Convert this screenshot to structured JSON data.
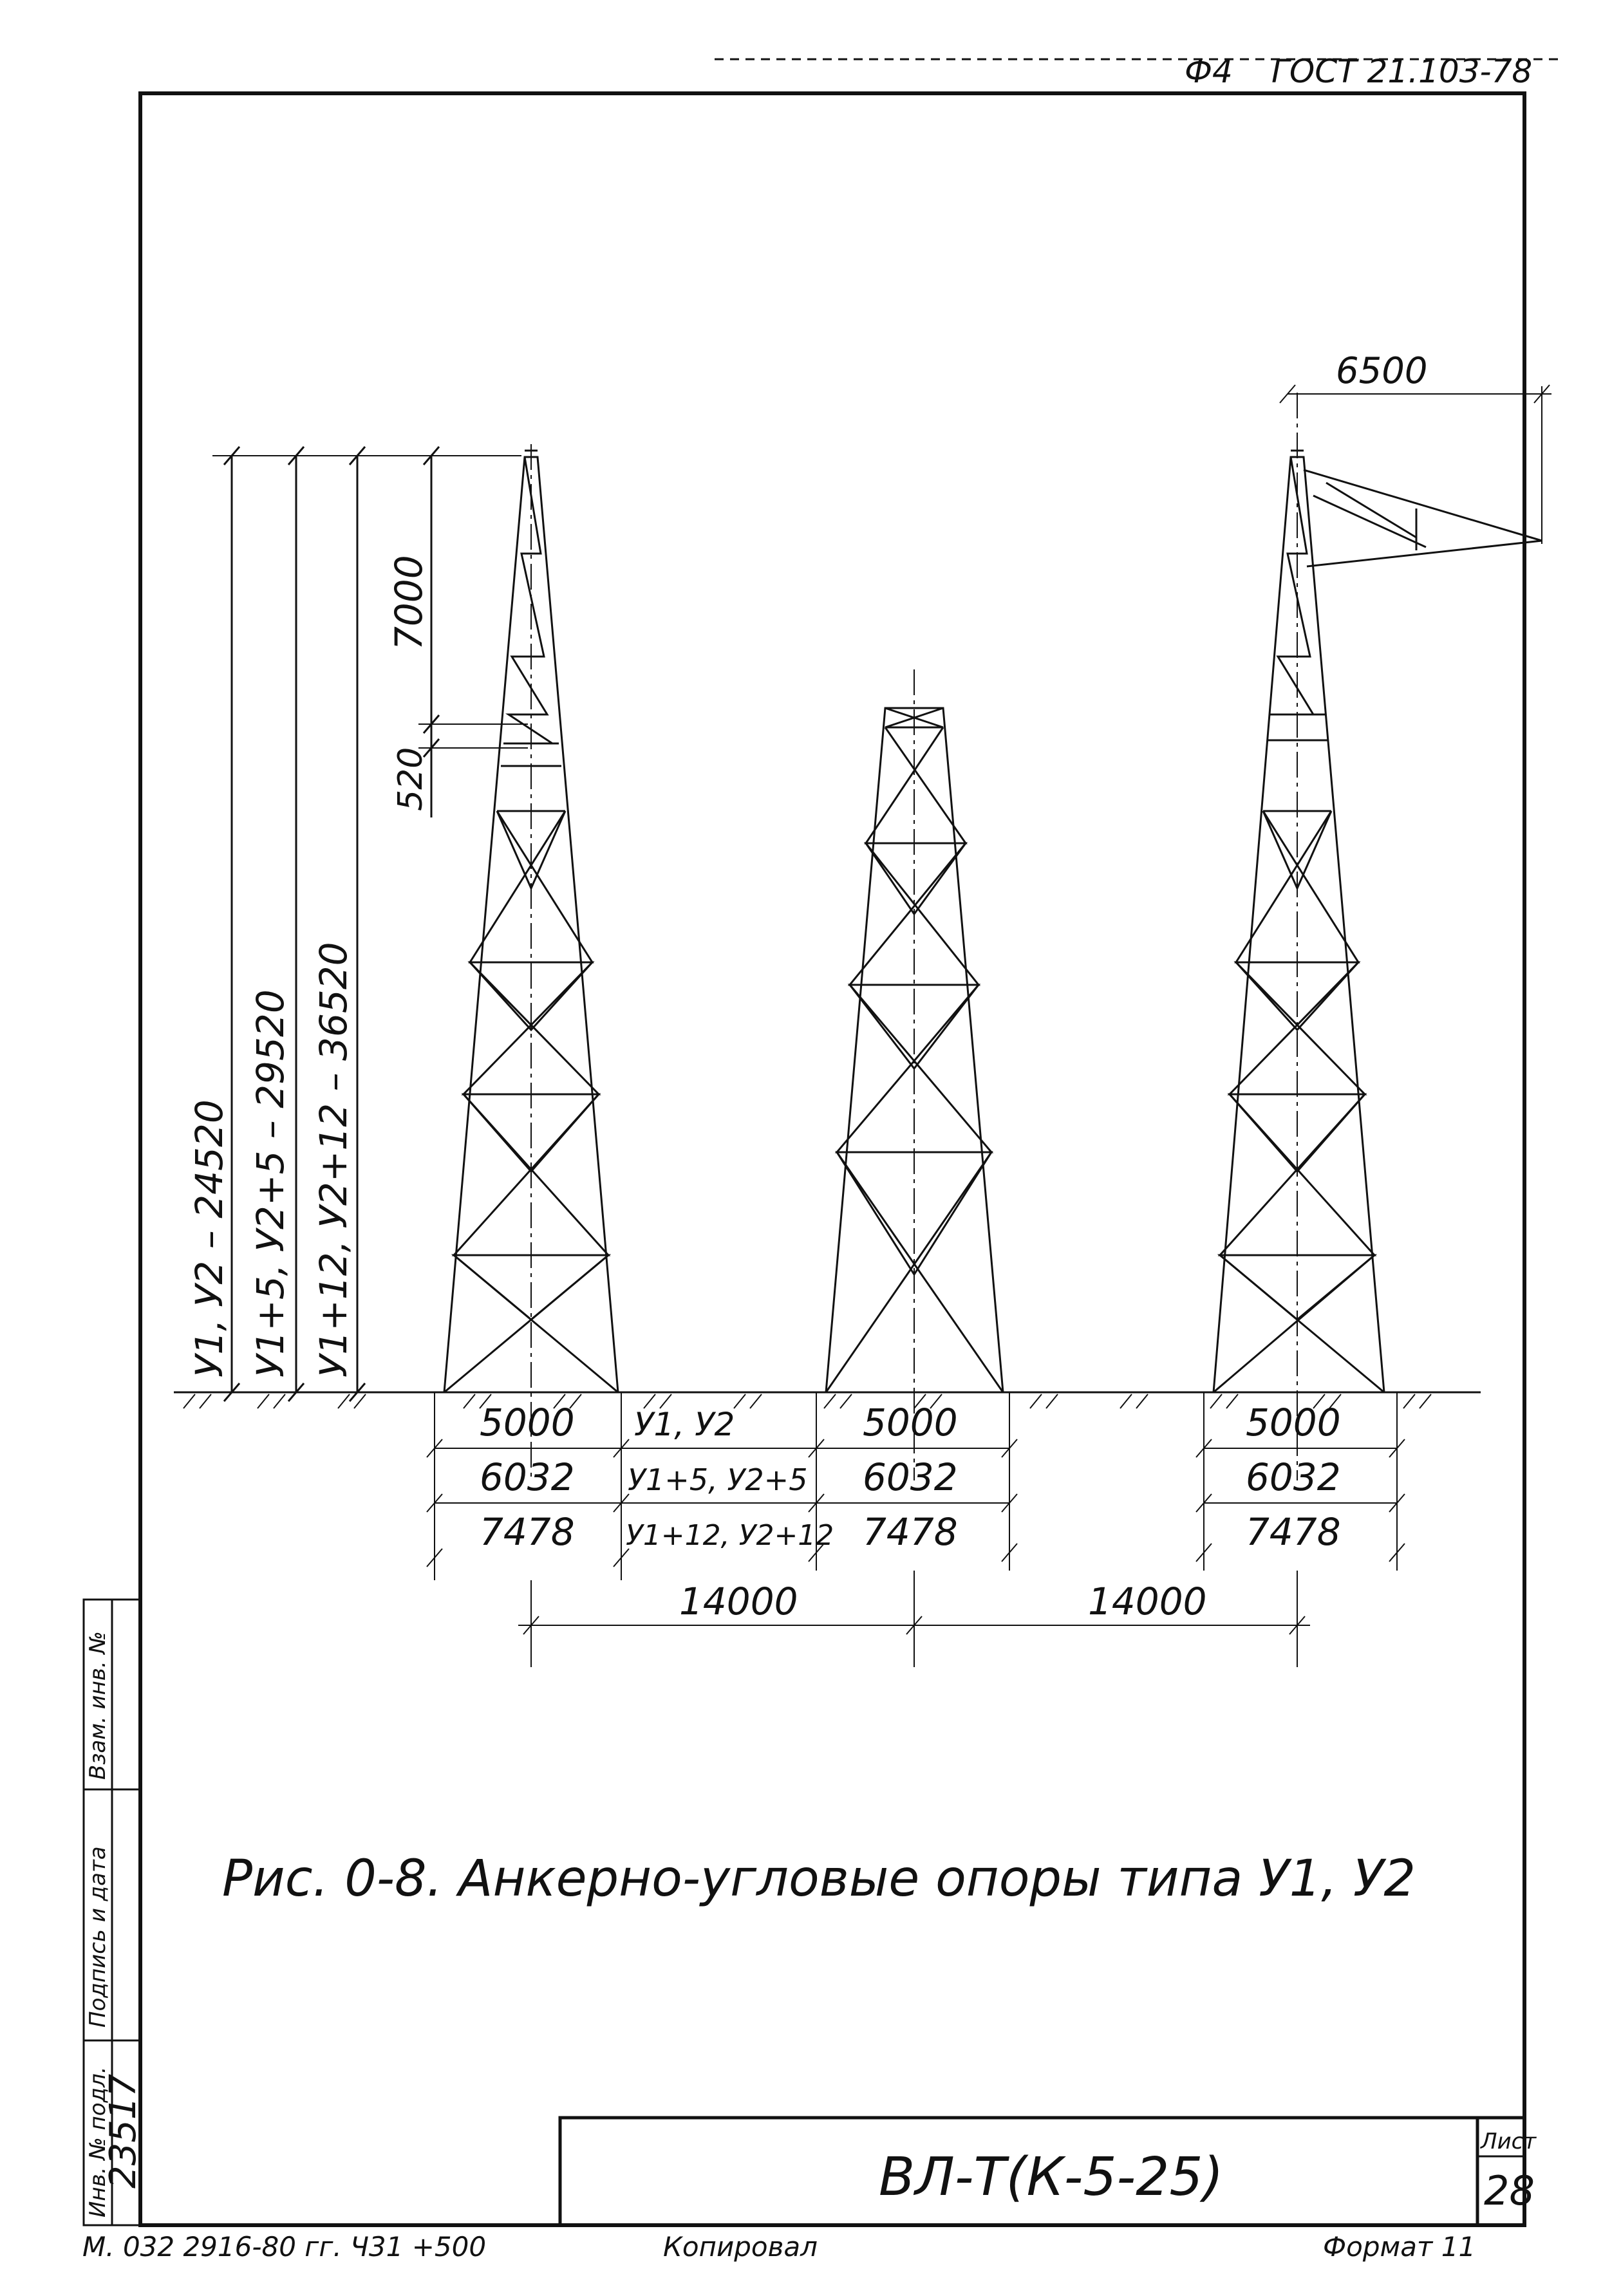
{
  "header": {
    "format_code": "Ф4",
    "standard": "ГОСТ 21.103-78"
  },
  "dimensions": {
    "height_labels": [
      "У1, У2   –   24520",
      "У1+5, У2+5   –   29520",
      "У1+12, У2+12   –   36520"
    ],
    "top_section": "7000",
    "step": "520",
    "traverse": "6500",
    "span": [
      "14000",
      "14000"
    ]
  },
  "base_table": {
    "widths": [
      "5000",
      "6032",
      "7478"
    ],
    "variants": [
      "У1, У2",
      "У1+5, У2+5",
      "У1+12, У2+12"
    ]
  },
  "caption": "Рис. 0-8. Анкерно-угловые опоры типа  У1,  У2",
  "side_stamp": {
    "inv_podl_label": "Инв. № подл.",
    "inv_podl_value": "23517",
    "sign_date_label": "Подпись и дата",
    "vzam_label": "Взам. инв. №"
  },
  "title_block": {
    "designation": "ВЛ-Т(К-5-25)",
    "sheet_label": "Лист",
    "sheet_number": "28"
  },
  "footer": {
    "order": "М. 032  2916-80 гг.  Ч31  +500",
    "copied": "Копировал",
    "format": "Формат 11"
  }
}
